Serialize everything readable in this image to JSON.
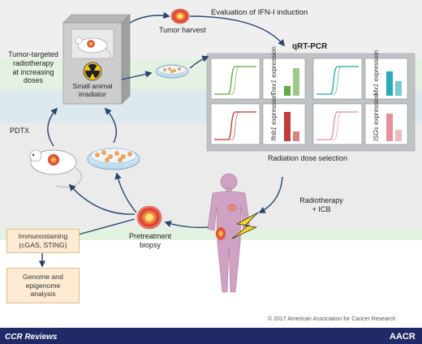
{
  "top_caption": "Evaluation of IFN-I induction",
  "tumor_harvest": "Tumor harvest",
  "radiotherapy_label": [
    "Tumor-targeted",
    "radiotherapy",
    "at increasing",
    "doses"
  ],
  "irradiator_label": [
    "Small animal",
    "irradiator"
  ],
  "qrtpcr_title": "qRT-PCR",
  "panels": [
    {
      "gene": "Trex1",
      "axis": "expression",
      "color": "#5aa83a",
      "bars": [
        0.3,
        0.85
      ]
    },
    {
      "gene": "Mx1",
      "axis": "expression",
      "color": "#1fa7b8",
      "bars": [
        0.75,
        0.45
      ]
    },
    {
      "gene": "Ifnb1",
      "axis": "expression",
      "color": "#c0302c",
      "bars": [
        0.9,
        0.3
      ]
    },
    {
      "gene": "ISGs",
      "axis": "expression",
      "color": "#e88a95",
      "bars": [
        0.85,
        0.35
      ]
    }
  ],
  "dose_selection": "Radiation dose selection",
  "radiotherapy_icb": [
    "Radiotherapy",
    "+ ICB"
  ],
  "pdtx": "PDTX",
  "pretreatment": [
    "Pretreatment",
    "biopsy"
  ],
  "immunostaining": [
    "Immunostaining",
    "(cGAS, STING)"
  ],
  "genome": [
    "Genome and",
    "epigenome",
    "analysis"
  ],
  "copyright": "© 2017 American Association for Cancer Research",
  "footer_left": "CCR Reviews",
  "footer_right": "AACR",
  "colors": {
    "footer": "#202a66",
    "band_light": "#eeeeee",
    "band_green": "#e2f1df",
    "band_blue": "#dbe8ef",
    "band_gray": "#e6e6e6",
    "arrow": "#27466e",
    "box_fill": "#fdebd3"
  }
}
